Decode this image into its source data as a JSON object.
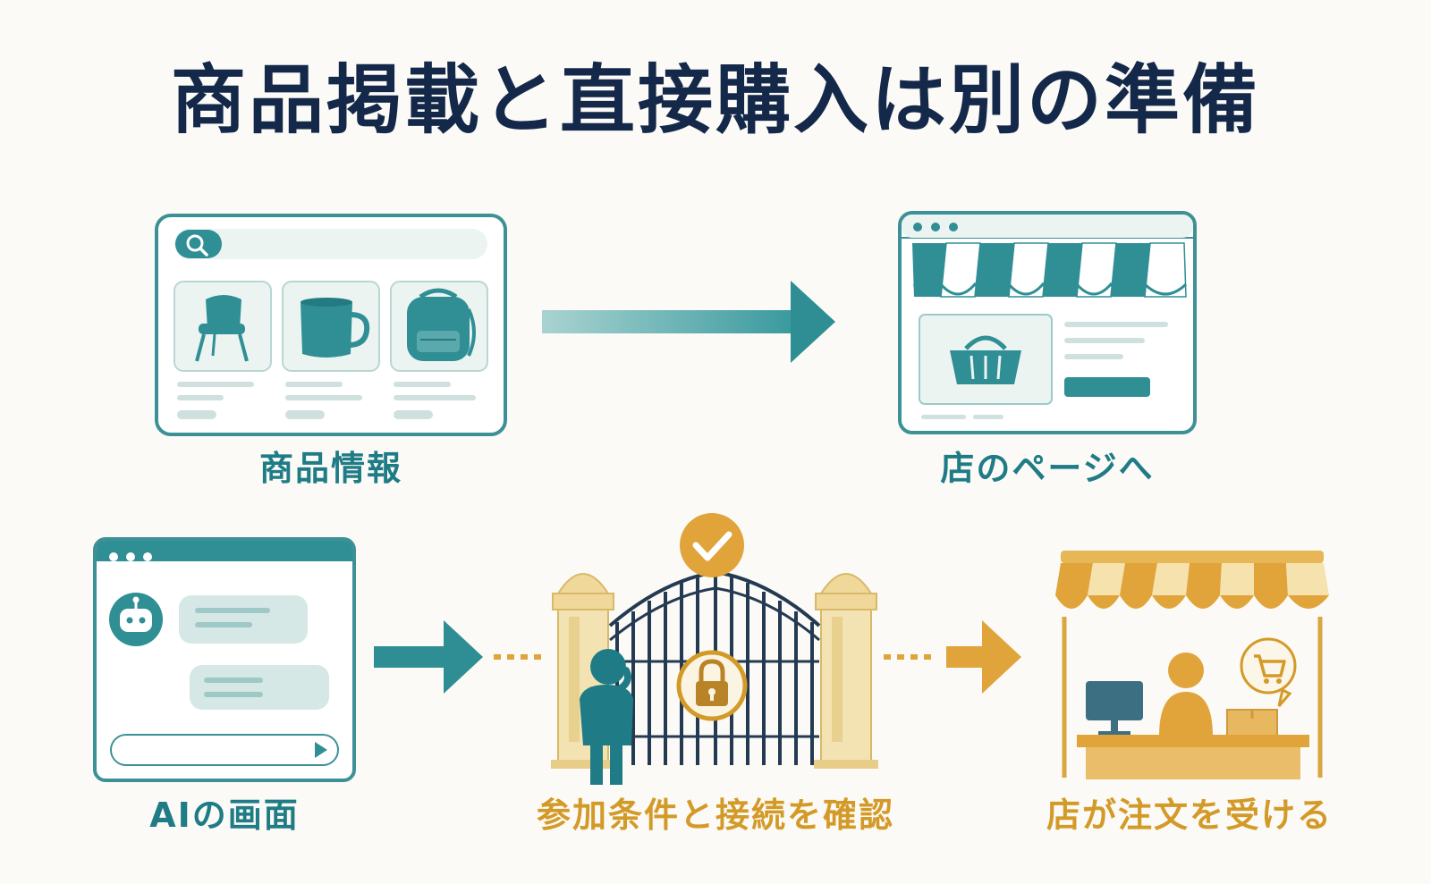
{
  "title": "商品掲載と直接購入は別の準備",
  "labels": {
    "product_info": "商品情報",
    "store_page": "店のページへ",
    "ai_screen": "AIの画面",
    "verify": "参加条件と接続を確認",
    "store_order": "店が注文を受ける"
  },
  "colors": {
    "teal": "#2f8f95",
    "teal_light": "#b9dcd9",
    "navy": "#14284a",
    "gold": "#e0a43a",
    "sand": "#f1dfa9"
  },
  "icons": [
    "search-icon",
    "chair-icon",
    "mug-icon",
    "backpack-icon",
    "basket-icon",
    "robot-icon",
    "send-icon",
    "check-icon",
    "lock-icon",
    "cart-icon",
    "person-icon"
  ]
}
